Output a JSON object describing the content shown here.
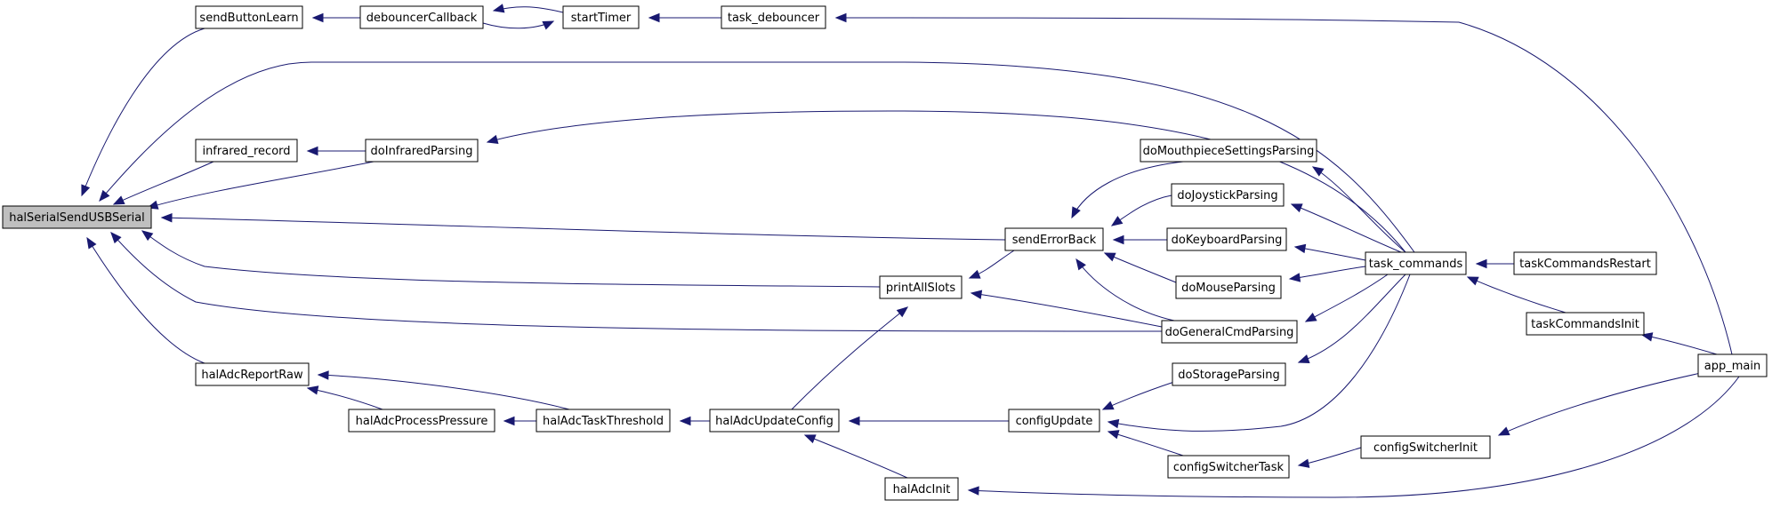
{
  "graph": {
    "edge_color": "#191970",
    "root_fill": "#bfbfbf",
    "nodes": [
      {
        "id": "halSerialSendUSBSerial",
        "label": "halSerialSendUSBSerial",
        "root": true
      },
      {
        "id": "sendButtonLearn",
        "label": "sendButtonLearn"
      },
      {
        "id": "debouncerCallback",
        "label": "debouncerCallback"
      },
      {
        "id": "startTimer",
        "label": "startTimer"
      },
      {
        "id": "task_debouncer",
        "label": "task_debouncer"
      },
      {
        "id": "infrared_record",
        "label": "infrared_record"
      },
      {
        "id": "doInfraredParsing",
        "label": "doInfraredParsing"
      },
      {
        "id": "doMouthpieceSettingsParsing",
        "label": "doMouthpieceSettingsParsing"
      },
      {
        "id": "doJoystickParsing",
        "label": "doJoystickParsing"
      },
      {
        "id": "sendErrorBack",
        "label": "sendErrorBack"
      },
      {
        "id": "doKeyboardParsing",
        "label": "doKeyboardParsing"
      },
      {
        "id": "task_commands",
        "label": "task_commands"
      },
      {
        "id": "taskCommandsRestart",
        "label": "taskCommandsRestart"
      },
      {
        "id": "printAllSlots",
        "label": "printAllSlots"
      },
      {
        "id": "doMouseParsing",
        "label": "doMouseParsing"
      },
      {
        "id": "doGeneralCmdParsing",
        "label": "doGeneralCmdParsing"
      },
      {
        "id": "taskCommandsInit",
        "label": "taskCommandsInit"
      },
      {
        "id": "app_main",
        "label": "app_main"
      },
      {
        "id": "halAdcReportRaw",
        "label": "halAdcReportRaw"
      },
      {
        "id": "doStorageParsing",
        "label": "doStorageParsing"
      },
      {
        "id": "halAdcProcessPressure",
        "label": "halAdcProcessPressure"
      },
      {
        "id": "halAdcTaskThreshold",
        "label": "halAdcTaskThreshold"
      },
      {
        "id": "halAdcUpdateConfig",
        "label": "halAdcUpdateConfig"
      },
      {
        "id": "configUpdate",
        "label": "configUpdate"
      },
      {
        "id": "configSwitcherTask",
        "label": "configSwitcherTask"
      },
      {
        "id": "configSwitcherInit",
        "label": "configSwitcherInit"
      },
      {
        "id": "halAdcInit",
        "label": "halAdcInit"
      }
    ],
    "edges": [
      {
        "from": "sendButtonLearn",
        "to": "halSerialSendUSBSerial"
      },
      {
        "from": "debouncerCallback",
        "to": "sendButtonLearn"
      },
      {
        "from": "startTimer",
        "to": "debouncerCallback"
      },
      {
        "from": "debouncerCallback",
        "to": "startTimer"
      },
      {
        "from": "task_debouncer",
        "to": "startTimer"
      },
      {
        "from": "app_main",
        "to": "task_debouncer"
      },
      {
        "from": "task_commands",
        "to": "halSerialSendUSBSerial"
      },
      {
        "from": "infrared_record",
        "to": "halSerialSendUSBSerial"
      },
      {
        "from": "doInfraredParsing",
        "to": "halSerialSendUSBSerial"
      },
      {
        "from": "doInfraredParsing",
        "to": "infrared_record"
      },
      {
        "from": "task_commands",
        "to": "doInfraredParsing"
      },
      {
        "from": "sendErrorBack",
        "to": "halSerialSendUSBSerial"
      },
      {
        "from": "printAllSlots",
        "to": "halSerialSendUSBSerial"
      },
      {
        "from": "doGeneralCmdParsing",
        "to": "halSerialSendUSBSerial"
      },
      {
        "from": "halAdcReportRaw",
        "to": "halSerialSendUSBSerial"
      },
      {
        "from": "doMouthpieceSettingsParsing",
        "to": "sendErrorBack"
      },
      {
        "from": "doJoystickParsing",
        "to": "sendErrorBack"
      },
      {
        "from": "doKeyboardParsing",
        "to": "sendErrorBack"
      },
      {
        "from": "doMouseParsing",
        "to": "sendErrorBack"
      },
      {
        "from": "doGeneralCmdParsing",
        "to": "sendErrorBack"
      },
      {
        "from": "sendErrorBack",
        "to": "printAllSlots"
      },
      {
        "from": "doGeneralCmdParsing",
        "to": "printAllSlots"
      },
      {
        "from": "halAdcUpdateConfig",
        "to": "printAllSlots"
      },
      {
        "from": "task_commands",
        "to": "doMouthpieceSettingsParsing"
      },
      {
        "from": "task_commands",
        "to": "doJoystickParsing"
      },
      {
        "from": "task_commands",
        "to": "doKeyboardParsing"
      },
      {
        "from": "task_commands",
        "to": "doMouseParsing"
      },
      {
        "from": "task_commands",
        "to": "doGeneralCmdParsing"
      },
      {
        "from": "task_commands",
        "to": "doStorageParsing"
      },
      {
        "from": "task_commands",
        "to": "configUpdate"
      },
      {
        "from": "taskCommandsRestart",
        "to": "task_commands"
      },
      {
        "from": "taskCommandsInit",
        "to": "task_commands"
      },
      {
        "from": "app_main",
        "to": "taskCommandsInit"
      },
      {
        "from": "halAdcProcessPressure",
        "to": "halAdcReportRaw"
      },
      {
        "from": "halAdcTaskThreshold",
        "to": "halAdcReportRaw"
      },
      {
        "from": "halAdcTaskThreshold",
        "to": "halAdcProcessPressure"
      },
      {
        "from": "halAdcUpdateConfig",
        "to": "halAdcTaskThreshold"
      },
      {
        "from": "configUpdate",
        "to": "halAdcUpdateConfig"
      },
      {
        "from": "halAdcInit",
        "to": "halAdcUpdateConfig"
      },
      {
        "from": "doStorageParsing",
        "to": "configUpdate"
      },
      {
        "from": "configSwitcherTask",
        "to": "configUpdate"
      },
      {
        "from": "configSwitcherInit",
        "to": "configSwitcherTask"
      },
      {
        "from": "app_main",
        "to": "configSwitcherInit"
      },
      {
        "from": "app_main",
        "to": "halAdcInit"
      }
    ]
  }
}
